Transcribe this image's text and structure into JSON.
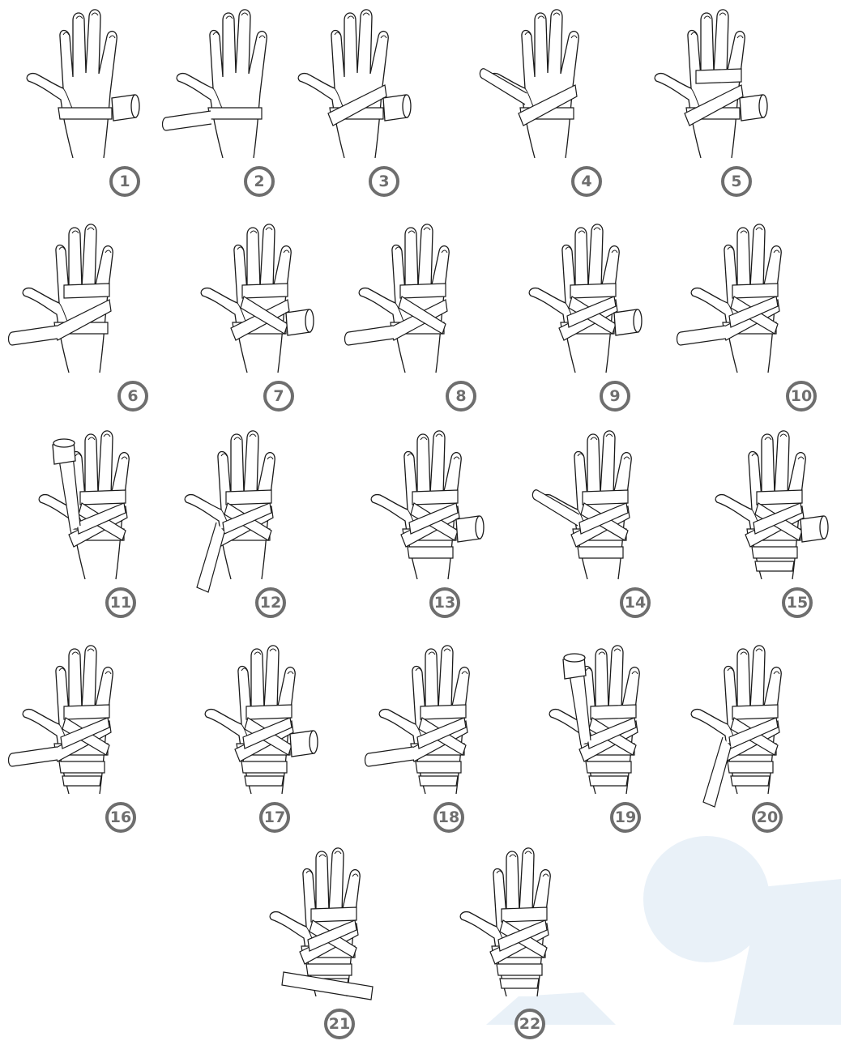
{
  "steps": [
    {
      "number": "1"
    },
    {
      "number": "2"
    },
    {
      "number": "3"
    },
    {
      "number": "4"
    },
    {
      "number": "5"
    },
    {
      "number": "6"
    },
    {
      "number": "7"
    },
    {
      "number": "8"
    },
    {
      "number": "9"
    },
    {
      "number": "10"
    },
    {
      "number": "11"
    },
    {
      "number": "12"
    },
    {
      "number": "13"
    },
    {
      "number": "14"
    },
    {
      "number": "15"
    },
    {
      "number": "16"
    },
    {
      "number": "17"
    },
    {
      "number": "18"
    },
    {
      "number": "19"
    },
    {
      "number": "20"
    },
    {
      "number": "21"
    },
    {
      "number": "22"
    }
  ],
  "colors": {
    "line": "#1a1a1a",
    "badge_border": "#6e6e6e",
    "badge_text": "#6e6e6e",
    "watermark": "#e9f1f8"
  }
}
